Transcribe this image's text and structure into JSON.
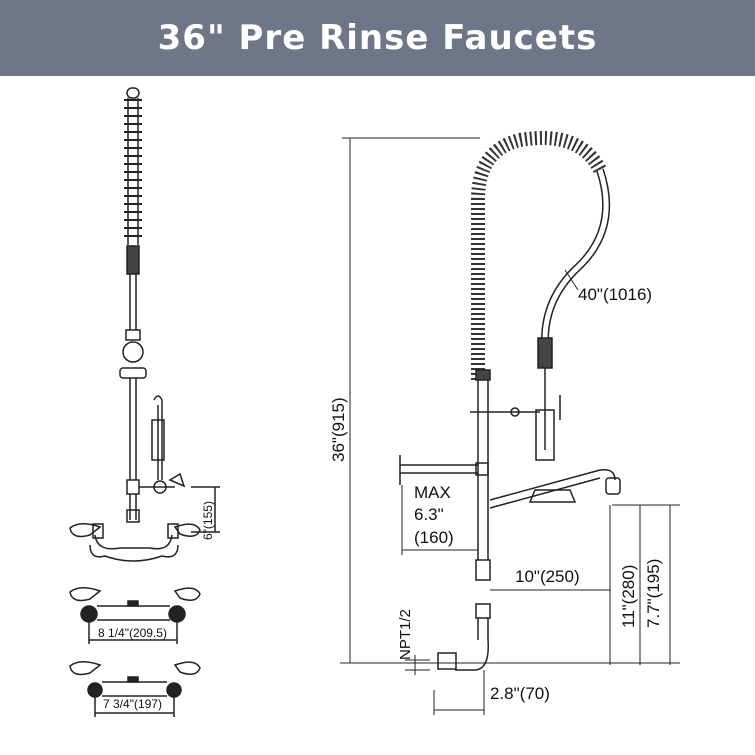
{
  "header": {
    "title": "36\" Pre Rinse Faucets",
    "background": "#6e7688"
  },
  "dimensions": {
    "height_total": "36\"(915)",
    "hose_length": "40\"(1016)",
    "max_label": "MAX",
    "max_value": "6.3\"",
    "max_metric": "(160)",
    "spout_reach": "10\"(250)",
    "spout_height": "11\"(280)",
    "faucet_height": "7.7\"(195)",
    "inlet_thread": "NPT1/2",
    "wall_offset": "2.8\"(70)",
    "valve_height": "6\"(155)",
    "center_wide": "8 1/4\"(209.5)",
    "center_narrow": "7 3/4\"(197)"
  }
}
